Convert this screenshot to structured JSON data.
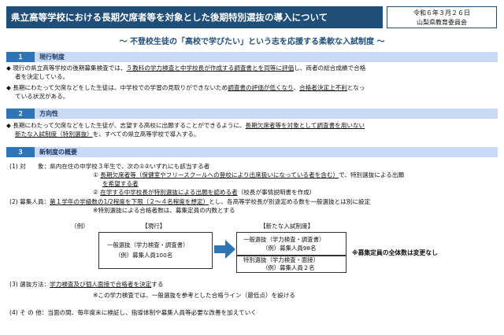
{
  "header": {
    "title": "県立高等学校における長期欠席者等を対象とした後期特別選抜の導入について",
    "date": "令和６年３月２６日",
    "org": "山梨県教育委員会"
  },
  "subtitle": "～ 不登校生徒の「高校で学びたい」という志を応援する柔軟な入試制度 ～",
  "section1": {
    "num": "１",
    "title": "現行制度",
    "b1_a": "◆ 現行の県立高等学校の後期募集検査では、",
    "b1_u": "５教科の学力検査と中学校長が作成する調査書とを同等に評価",
    "b1_b": "し、両者の総合成績で合格",
    "b1_c": "者を決定している。",
    "b2_a": "◆ 長期にわたって欠席などをした生徒は、中学校での学習の見取りができないため",
    "b2_u1": "調査書の評価が低くなり",
    "b2_b": "、",
    "b2_u2": "合格者決定上不利",
    "b2_c": "となっ",
    "b2_d": "ている状況がある。"
  },
  "section2": {
    "num": "２",
    "title": "方向性",
    "b1_a": "◆ 長期にわたって欠席などをした生徒が、志望する高校に出願することができるように、",
    "b1_u": "長期欠席者等を対象として調査書を用いない",
    "b1_u2": "新たな入試制度（特別選抜）",
    "b1_b": "を、すべての県立高等学校で導入する。"
  },
  "section3": {
    "num": "３",
    "title": "新制度の概要",
    "l1": "(1) 対　　象：県内在住の中学校３年生で、次の①②いずれにも該当する者",
    "l2_a": "①  ",
    "l2_u": "長期欠席者等（保健室やフリースクールへの登校により出席扱いになっている者を含む）",
    "l2_b": "で、特別選抜による出願",
    "l3_u": "を希望する者",
    "l4_a": "②  ",
    "l4_u": "在学する中学校長が特別選抜による出願を認める者",
    "l4_b": "（校長が事情説明書を作成）",
    "l5_a": "(2) 募集人員：",
    "l5_u": "第１学年の学級数の1/2程度を下限（２～４名程度を想定）",
    "l5_b": "とし、各高等学校長が別途定める数を一般選抜とは別に設定",
    "l6": "※特別選抜による合格者数は、募集定員の内数とする",
    "example": "（例）",
    "current_label": "【現行】",
    "current_line1": "一般選抜（学力検査・調査書）",
    "current_line2": "（例）募集人員100名",
    "new_label": "【新たな入試制度】",
    "new_line1": "一般選抜（学力検査・調査書）",
    "new_line2": "（例）募集人員98名",
    "new_line3": "特別選抜（学力検査・面接）",
    "new_line4": "（例）募集人員２名",
    "note": "※募集定員の全体数は変更なし",
    "l7_a": "(3) 選抜方法：",
    "l7_u": "学力検査及び個人面接で合格者を決定",
    "l7_b": "する",
    "l8": "※この学力検査では、一般選抜を参考とした合格ライン（最低点）を設ける",
    "l9": "(4) そ の 他：当面の間、毎年度末に検証し、指導体制や募集人員等必要な改善を加えていく"
  }
}
